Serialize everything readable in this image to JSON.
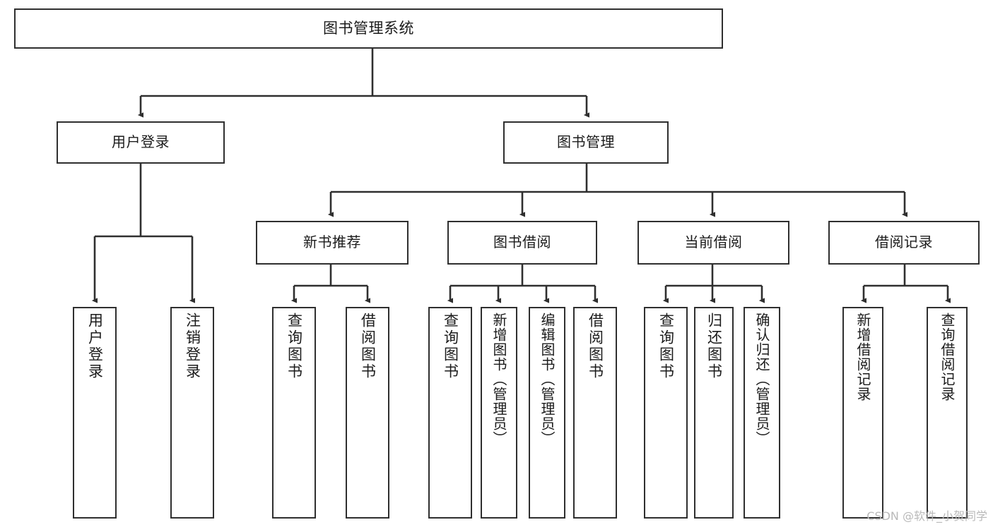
{
  "diagram": {
    "type": "tree-hierarchy",
    "title": "图书管理系统",
    "watermark": "CSDN @软件_小贺同学",
    "colors": {
      "border": "#2f2f2f",
      "background": "#ffffff",
      "text": "#1b1b1b",
      "watermark": "#b9b9b9"
    },
    "root": {
      "label": "图书管理系统"
    },
    "level1": [
      {
        "label": "用户登录"
      },
      {
        "label": "图书管理"
      }
    ],
    "level2": [
      {
        "label": "新书推荐"
      },
      {
        "label": "图书借阅"
      },
      {
        "label": "当前借阅"
      },
      {
        "label": "借阅记录"
      }
    ],
    "leaves": {
      "user_login": [
        {
          "label": "用户登录"
        },
        {
          "label": "注销登录"
        }
      ],
      "new_book_recommend": [
        {
          "label": "查询图书"
        },
        {
          "label": "借阅图书"
        }
      ],
      "book_borrow": [
        {
          "label": "查询图书"
        },
        {
          "label": "新增图书（管理员）"
        },
        {
          "label": "编辑图书（管理员）"
        },
        {
          "label": "借阅图书"
        }
      ],
      "current_borrow": [
        {
          "label": "查询图书"
        },
        {
          "label": "归还图书"
        },
        {
          "label": "确认归还（管理员）"
        }
      ],
      "borrow_record": [
        {
          "label": "新增借阅记录"
        },
        {
          "label": "查询借阅记录"
        }
      ]
    }
  }
}
